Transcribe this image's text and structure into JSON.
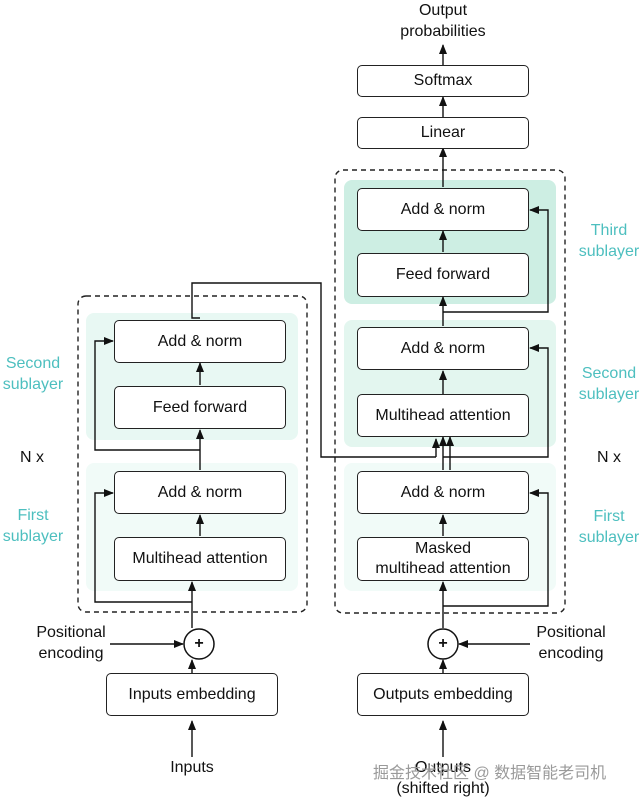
{
  "title": {
    "line1": "Output",
    "line2": "probabilities"
  },
  "decoder_top": {
    "softmax": "Softmax",
    "linear": "Linear"
  },
  "encoder": {
    "add_norm_top": "Add & norm",
    "feed_forward": "Feed forward",
    "add_norm_bottom": "Add & norm",
    "attention": "Multihead attention",
    "embedding": "Inputs embedding",
    "input_label": "Inputs",
    "nx": "N x"
  },
  "decoder": {
    "add_norm_3": "Add & norm",
    "feed_forward": "Feed forward",
    "add_norm_2": "Add & norm",
    "attention": "Multihead attention",
    "add_norm_1": "Add & norm",
    "masked_line1": "Masked",
    "masked_line2": "multihead attention",
    "embedding": "Outputs embedding",
    "output_line1": "Outputs",
    "output_line2": "(shifted right)",
    "nx": "N x"
  },
  "labels": {
    "enc_second_1": "Second",
    "enc_second_2": "sublayer",
    "enc_first_1": "First",
    "enc_first_2": "sublayer",
    "dec_third_1": "Third",
    "dec_third_2": "sublayer",
    "dec_second_1": "Second",
    "dec_second_2": "sublayer",
    "dec_first_1": "First",
    "dec_first_2": "sublayer",
    "pos_left_1": "Positional",
    "pos_left_2": "encoding",
    "pos_right_1": "Positional",
    "pos_right_2": "encoding",
    "plus": "+"
  },
  "watermark": "掘金技术社区 @ 数据智能老司机",
  "colors": {
    "sublayer_light": "#eefaf6",
    "sublayer_mid": "#e2f6ef",
    "sublayer_dark": "#c9eee1",
    "teal_text": "#4dbfbf"
  }
}
